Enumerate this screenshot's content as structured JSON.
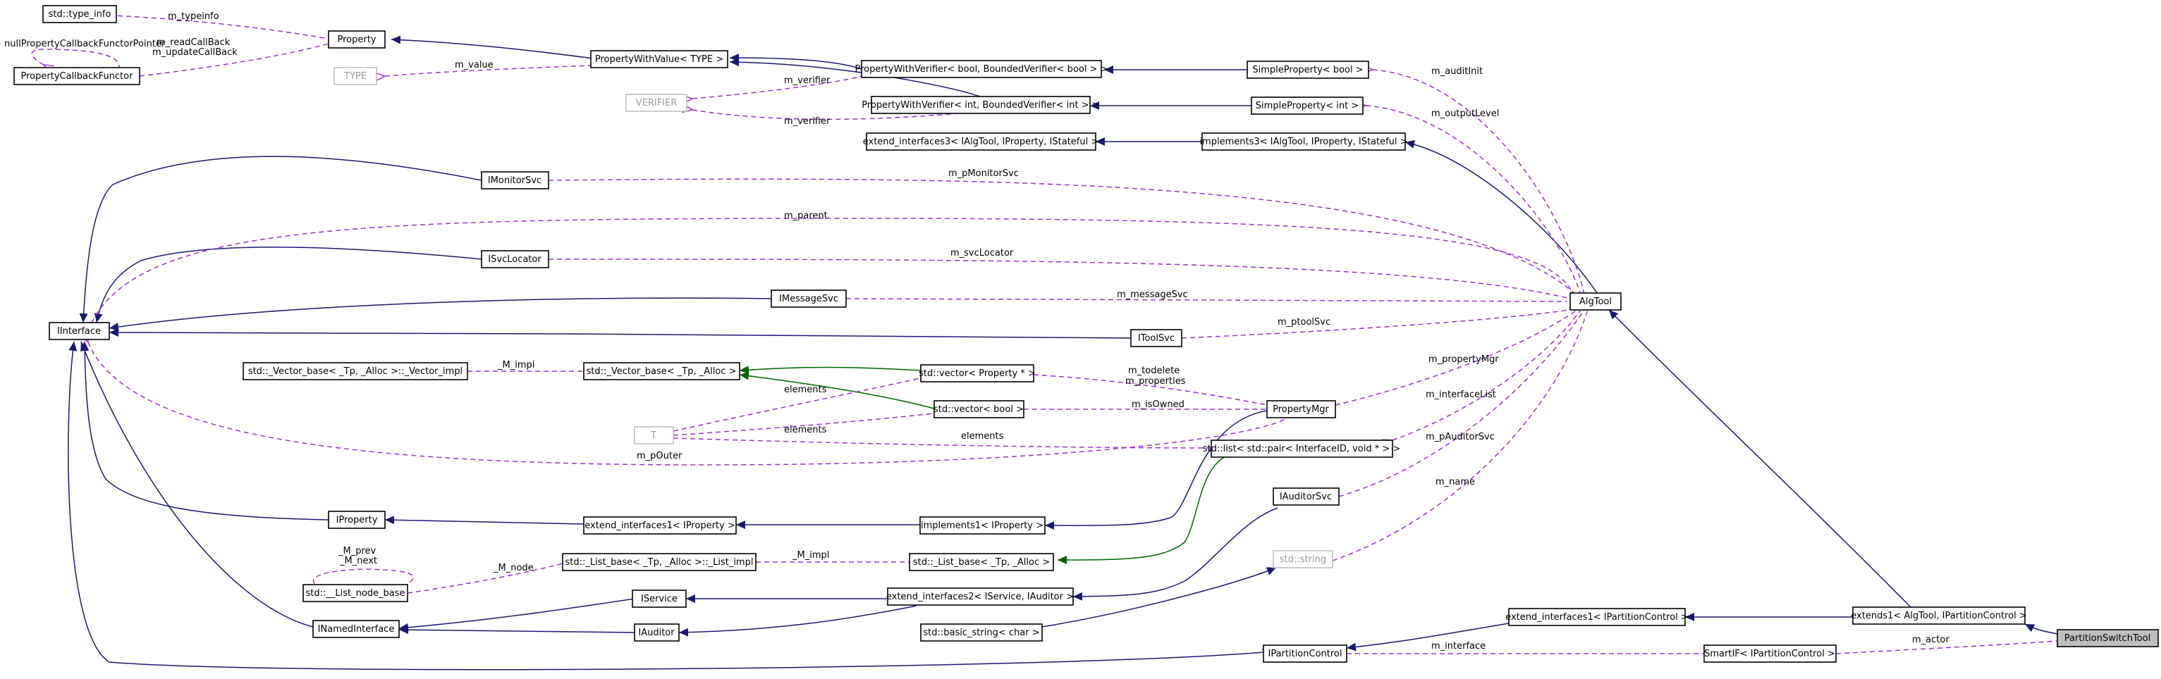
{
  "diagram_title": "",
  "colors": {
    "inheritance": "#191970",
    "private_inheritance": "#006400",
    "usage": "#9a32cd",
    "focus_fill": "#bfbfbf",
    "ghost_border": "#bfbfbf"
  },
  "nodes": {
    "type_info": "std::type_info",
    "property_callback_functor": "PropertyCallbackFunctor",
    "property": "Property",
    "property_with_value": "PropertyWithValue< TYPE >",
    "type_param": "TYPE",
    "verifier_param": "VERIFIER",
    "pwv_bool": "PropertyWithVerifier< bool, BoundedVerifier< bool > >",
    "pwv_int": "PropertyWithVerifier< int, BoundedVerifier< int > >",
    "simple_property_bool": "SimpleProperty< bool >",
    "simple_property_int": "SimpleProperty< int >",
    "extend_interfaces3": "extend_interfaces3< IAlgTool, IProperty, IStateful >",
    "implements3": "implements3< IAlgTool, IProperty, IStateful >",
    "imonitor_svc": "IMonitorSvc",
    "isvc_locator": "ISvcLocator",
    "imessage_svc": "IMessageSvc",
    "itool_svc": "IToolSvc",
    "iinterface": "IInterface",
    "alg_tool": "AlgTool",
    "vector_base_impl": "std::_Vector_base< _Tp, _Alloc >::_Vector_impl",
    "vector_base": "std::_Vector_base< _Tp, _Alloc >",
    "vector_property": "std::vector< Property * >",
    "vector_bool": "std::vector< bool >",
    "t_param": "T",
    "property_mgr": "PropertyMgr",
    "list_pair": "std::list< std::pair< InterfaceID, void * > >",
    "iproperty": "IProperty",
    "extend_interfaces1_iproperty": "extend_interfaces1< IProperty >",
    "implements1_iproperty": "implements1< IProperty >",
    "iauditor_svc": "IAuditorSvc",
    "list_node_base": "std::__List_node_base",
    "list_base_impl": "std::_List_base< _Tp, _Alloc >::_List_impl",
    "list_base": "std::_List_base< _Tp, _Alloc >",
    "std_string": "std::string",
    "iservice": "IService",
    "extend_interfaces2": "extend_interfaces2< IService, IAuditor >",
    "inamed_interface": "INamedInterface",
    "iauditor": "IAuditor",
    "basic_string": "std::basic_string< char >",
    "extend_interfaces1_ipc": "extend_interfaces1< IPartitionControl >",
    "extends1": "extends1< AlgTool, IPartitionControl >",
    "partition_switch_tool": "PartitionSwitchTool",
    "ipartition_control": "IPartitionControl",
    "smart_if": "SmartIF< IPartitionControl >"
  },
  "edge_labels": {
    "m_typeinfo": "m_typeinfo",
    "null_property_callback": "nullPropertyCallbackFunctorPointer",
    "m_read_callback": "m_readCallBack",
    "m_update_callback": "m_updateCallBack",
    "m_value": "m_value",
    "m_verifier_1": "m_verifier",
    "m_verifier_2": "m_verifier",
    "m_audit_init": "m_auditInit",
    "m_output_level": "m_outputLevel",
    "m_p_monitor_svc": "m_pMonitorSvc",
    "m_parent": "m_parent",
    "m_svc_locator": "m_svcLocator",
    "m_message_svc": "m_messageSvc",
    "m_ptool_svc": "m_ptoolSvc",
    "m_impl_vector": "_M_impl",
    "m_todelete": "m_todelete",
    "m_properties": "m_properties",
    "m_property_mgr": "m_propertyMgr",
    "elements_1": "elements",
    "m_is_owned": "m_isOwned",
    "elements_2": "elements",
    "elements_3": "elements",
    "m_interface_list": "m_interfaceList",
    "m_pouter": "m_pOuter",
    "m_pauditor_svc": "m_pAuditorSvc",
    "m_name": "m_name",
    "m_prev": "_M_prev",
    "m_next": "_M_next",
    "m_node": "_M_node",
    "m_impl_list": "_M_impl",
    "m_interface": "m_interface",
    "m_actor": "m_actor"
  }
}
